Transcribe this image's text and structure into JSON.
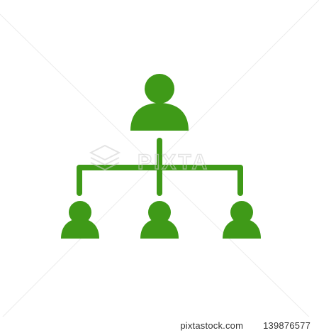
{
  "icon": {
    "name": "org-chart-hierarchy-icon",
    "color": "#3f9a18"
  },
  "watermark": {
    "text": "PIXTA",
    "color": "#cfcfcf"
  },
  "footer": {
    "site": "pixtastock.com",
    "image_number": "139876577"
  }
}
